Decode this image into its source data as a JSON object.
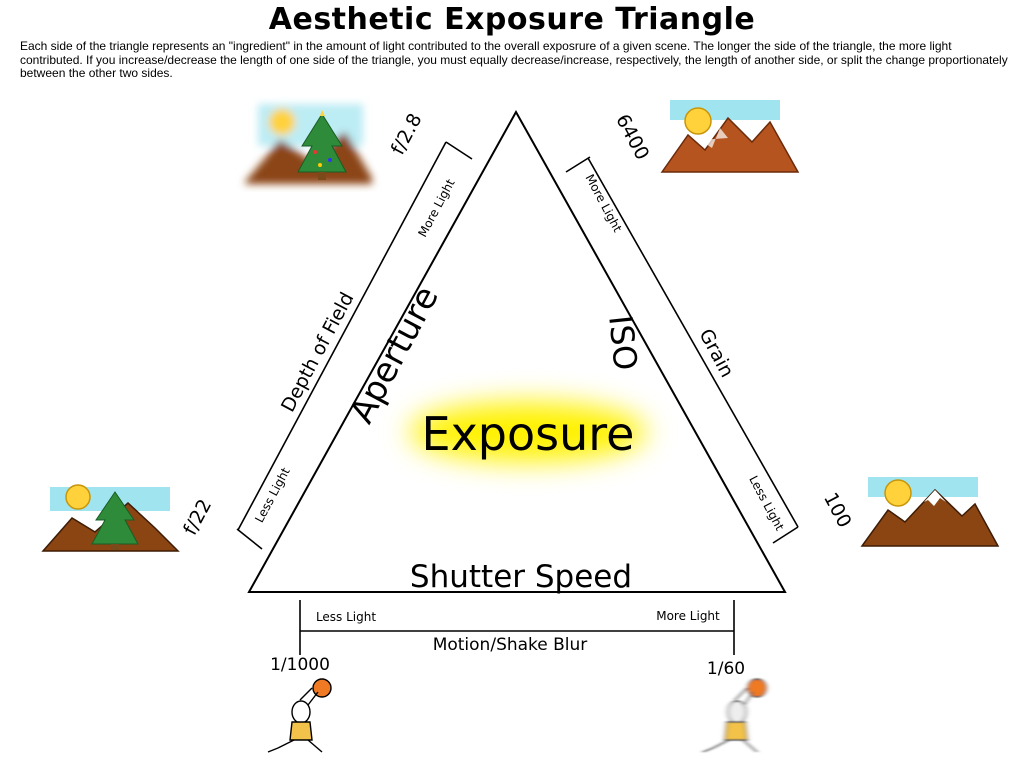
{
  "header": {
    "title": "Aesthetic Exposure Triangle",
    "description": "Each side of the triangle represents an \"ingredient\" in the amount of light contributed to the overall exposrure of a given scene.  The longer the side of the triangle, the more light contributed.  If you increase/decrease the length of one side of the triangle, you must equally decrease/increase, respectively, the length of another side, or split the change proportionately between the other two sides."
  },
  "center": {
    "label": "Exposure"
  },
  "aperture": {
    "label": "Aperture",
    "effect": "Depth of Field",
    "more_light": "More Light",
    "less_light": "Less Light",
    "wide_value": "f/2.8",
    "narrow_value": "f/22"
  },
  "iso": {
    "label": "ISO",
    "effect": "Grain",
    "more_light": "More Light",
    "less_light": "Less Light",
    "high_value": "6400",
    "low_value": "100"
  },
  "shutter": {
    "label": "Shutter Speed",
    "effect": "Motion/Shake Blur",
    "less_light": "Less Light",
    "more_light": "More Light",
    "fast_value": "1/1000",
    "slow_value": "1/60"
  },
  "colors": {
    "glow": "#fff200",
    "sun": "#ffd23c",
    "mountain": "#8b4513",
    "tree": "#2e8b3a",
    "sky": "#a0e4f0"
  }
}
